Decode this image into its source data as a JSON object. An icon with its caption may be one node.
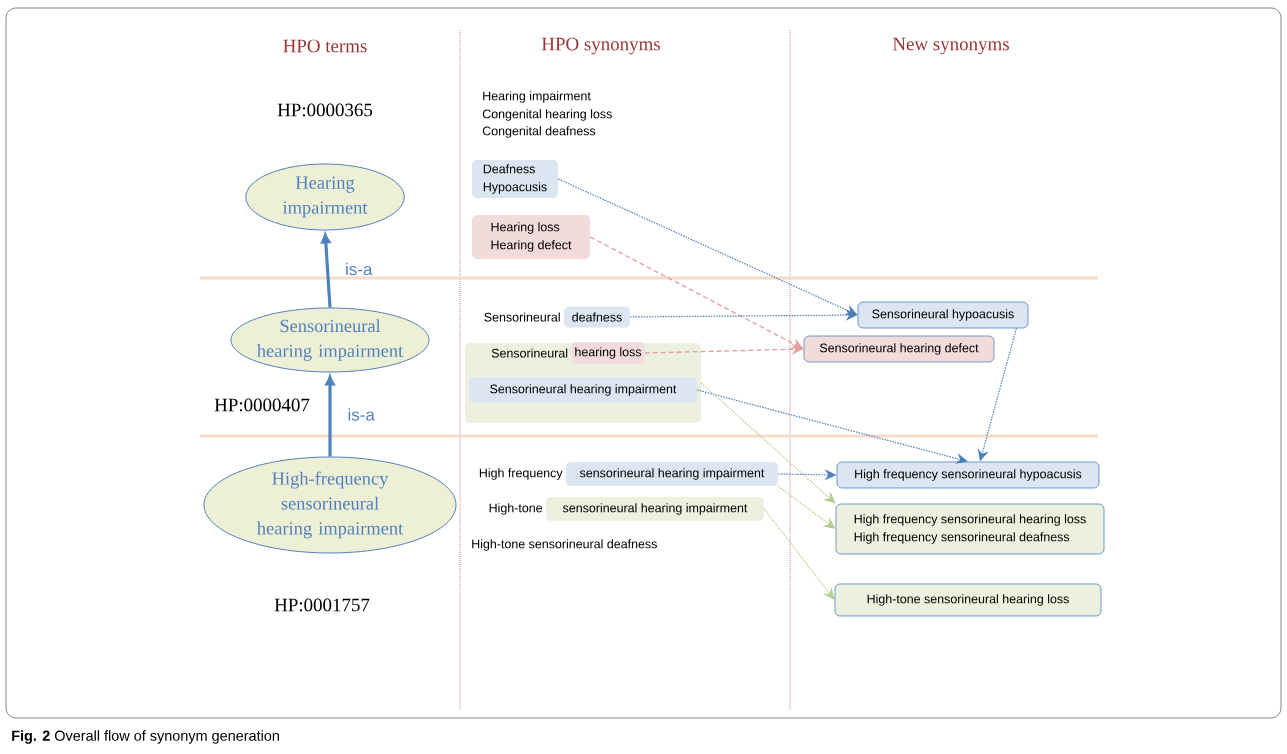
{
  "diagram": {
    "caption": "**Fig. 2** Overall flow of synonym generation",
    "nodes": [
      {
        "text": [
          "Hearing impairment"
        ]
      },
      {
        "text": [
          "Sensorineural hearing impairment"
        ]
      },
      {
        "text": [
          "High-frequency sensorineural hearing impairment"
        ]
      },
      {
        "text": [
          "Deafness",
          "Hypoacusis"
        ]
      },
      {
        "text": [
          "Hearing loss",
          "Hearing defect"
        ]
      },
      {
        "text": [
          "deafness"
        ],
        "beside": [
          "Sensorineural"
        ]
      },
      {
        "text": [],
        "shape": "box"
      },
      {
        "text": [
          "hearing loss"
        ],
        "beside": [
          "Sensorineural"
        ],
        "in": 6
      },
      {
        "text": [
          "Sensorineural hearing impairment"
        ],
        "in": 6
      },
      {
        "text": [
          "sensorineural hearing impairment"
        ],
        "beside": [
          "High frequency"
        ]
      },
      {
        "text": [
          "sensorineural hearing impairment"
        ],
        "beside": [
          "High-tone"
        ]
      },
      {
        "text": [
          "Sensorineural hypoacusis"
        ]
      },
      {
        "text": [
          "Sensorineural hearing defect"
        ]
      },
      {
        "text": [
          "High frequency sensorineural hypoacusis"
        ]
      },
      {
        "text": [
          "High frequency sensorineural hearing loss",
          "High frequency sensorineural deafness"
        ]
      },
      {
        "text": [
          "High-tone sensorineural hearing loss"
        ]
      }
    ],
    "edges": [
      {
        "from": 1,
        "to": 0,
        "arrow": "to",
        "label": "is-a",
        "style": "thick"
      },
      {
        "from": 2,
        "to": 1,
        "arrow": "to",
        "label": "is-a",
        "style": "thick"
      },
      {
        "from": 3,
        "to": 11,
        "arrow": "to",
        "style": "dashed",
        "color": "#4a7ebb"
      },
      {
        "from": 4,
        "to": 12,
        "arrow": "to",
        "style": "dashed",
        "color": "#e6a0a0"
      },
      {
        "from": 5,
        "to": 11,
        "arrow": "to",
        "style": "dashed",
        "color": "#4a7ebb"
      },
      {
        "from": 7,
        "to": 12,
        "arrow": "to",
        "style": "dashed",
        "color": "#e6a0a0"
      },
      {
        "from": 8,
        "to": 13,
        "arrow": "to",
        "style": "dashed",
        "color": "#4a7ebb"
      },
      {
        "from": 6,
        "to": 14,
        "arrow": "to",
        "style": "dashed",
        "color": "#b5cc8e"
      },
      {
        "from": 11,
        "to": 13,
        "arrow": "to",
        "style": "dashed",
        "color": "#4a7ebb"
      },
      {
        "from": 9,
        "to": 13,
        "arrow": "to",
        "style": "dashed",
        "color": "#4a7ebb"
      },
      {
        "from": 9,
        "to": 14,
        "arrow": "to",
        "style": "dashed",
        "color": "#b5cc8e"
      },
      {
        "from": 10,
        "to": 15,
        "arrow": "to",
        "style": "dashed",
        "color": "#b5cc8e"
      }
    ],
    "labels": [
      "HPO terms",
      "HPO synonyms",
      "New synonyms",
      "Hearing impairment",
      "Congenital hearing loss",
      "HP:0000365",
      "Congenital deafness",
      "HP:0000407",
      "High-tone sensorineural deafness",
      "HP:0001757"
    ]
  }
}
